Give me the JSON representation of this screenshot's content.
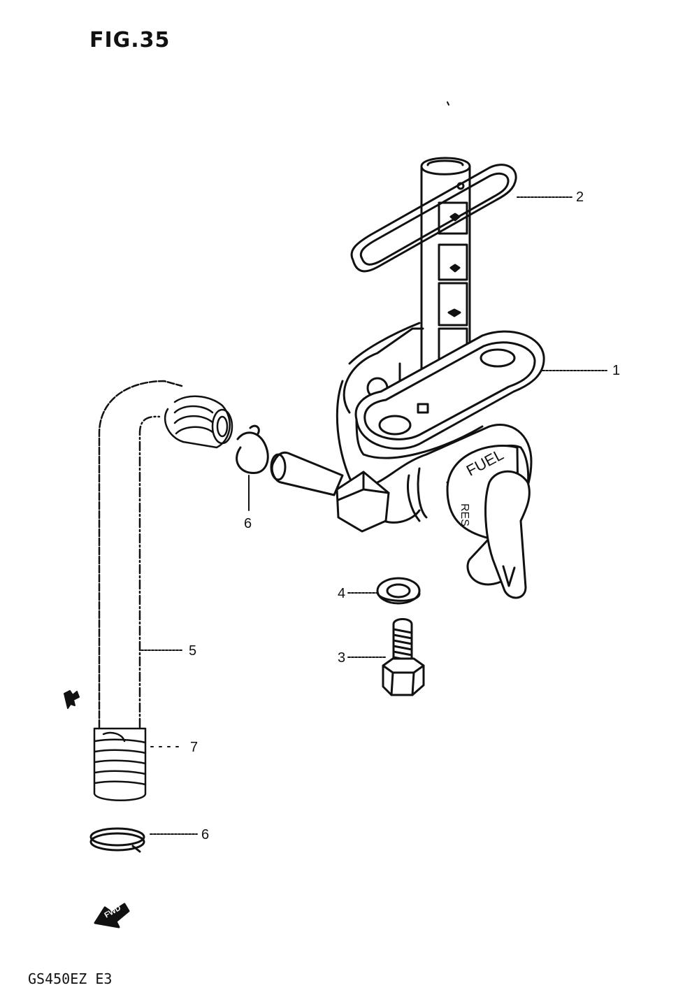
{
  "figure": {
    "title": "FIG.35"
  },
  "footer": {
    "model": "GS450EZ  E3"
  },
  "callouts": [
    {
      "label": "1"
    },
    {
      "label": "2"
    },
    {
      "label": "3"
    },
    {
      "label": "4"
    },
    {
      "label": "5"
    },
    {
      "label": "6"
    },
    {
      "label": "7"
    },
    {
      "label": "6"
    }
  ],
  "markings": {
    "fuel": "FUEL",
    "res": "RES",
    "fwd": "FWD"
  }
}
